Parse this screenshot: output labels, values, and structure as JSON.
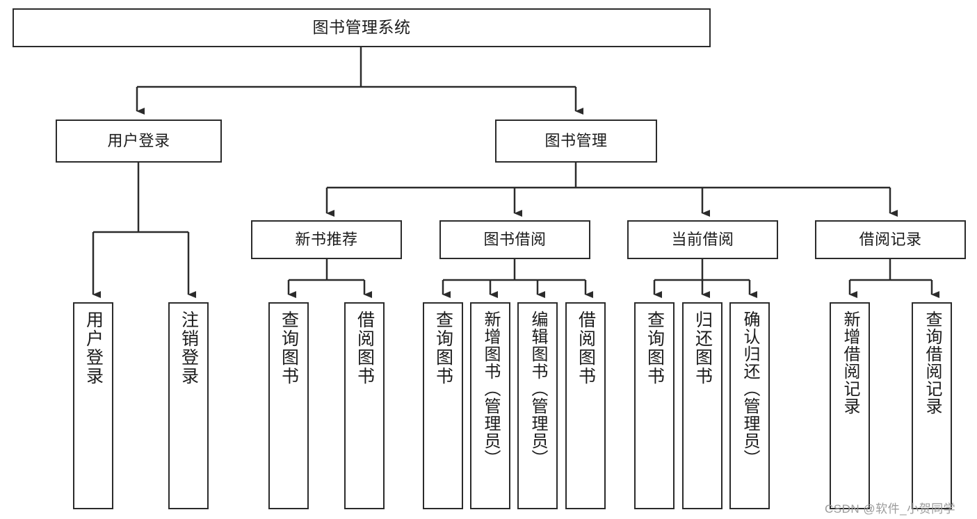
{
  "diagram": {
    "title": "图书管理系统",
    "type": "tree",
    "watermark": "CSDN @软件_小贺同学",
    "colors": {
      "stroke": "#2b2b2b",
      "fill": "#ffffff",
      "text": "#1b1b1b",
      "watermark": "#9b9b9b"
    },
    "nodes": {
      "root": "图书管理系统",
      "user_login": "用户登录",
      "book_manage": "图书管理",
      "new_book_rec": "新书推荐",
      "book_borrow": "图书借阅",
      "current_borrow": "当前借阅",
      "borrow_record": "借阅记录",
      "leaf_user_login": "用户登录",
      "leaf_logout": "注销登录",
      "leaf_query_book_1": "查询图书",
      "leaf_borrow_book_1": "借阅图书",
      "leaf_query_book_2": "查询图书",
      "leaf_add_book_admin": "新增图书（管理员）",
      "leaf_edit_book_admin": "编辑图书（管理员）",
      "leaf_borrow_book_2": "借阅图书",
      "leaf_query_book_3": "查询图书",
      "leaf_return_book": "归还图书",
      "leaf_confirm_return_admin": "确认归还（管理员）",
      "leaf_add_borrow_record": "新增借阅记录",
      "leaf_query_borrow_record": "查询借阅记录"
    }
  }
}
